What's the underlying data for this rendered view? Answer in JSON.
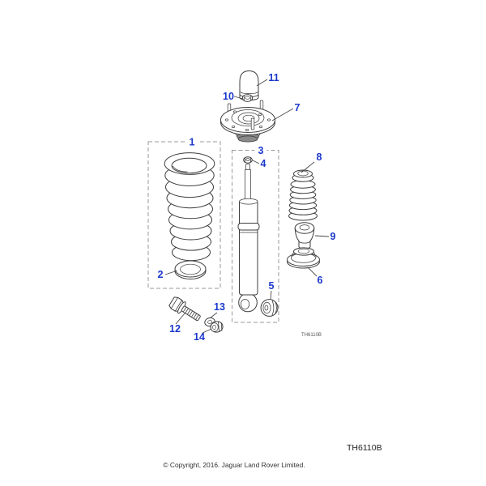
{
  "diagram": {
    "accent_color": "#1b38cc",
    "line_color": "#3d3d3d",
    "inline_code": "TH6110B",
    "footer_code": "TH6110B",
    "copyright": "© Copyright, 2016. Jaguar Land Rover Limited.",
    "callouts": [
      {
        "number": "1"
      },
      {
        "number": "2"
      },
      {
        "number": "3"
      },
      {
        "number": "4"
      },
      {
        "number": "5"
      },
      {
        "number": "6"
      },
      {
        "number": "7"
      },
      {
        "number": "8"
      },
      {
        "number": "9"
      },
      {
        "number": "10"
      },
      {
        "number": "11"
      },
      {
        "number": "12"
      },
      {
        "number": "13"
      },
      {
        "number": "14"
      }
    ]
  }
}
